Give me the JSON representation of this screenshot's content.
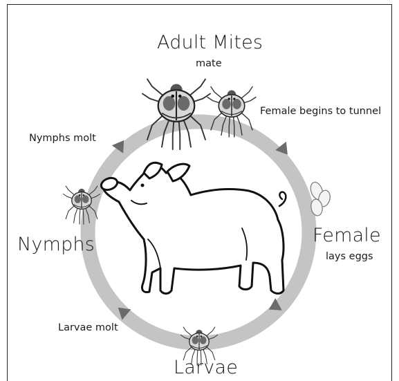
{
  "labels": {
    "adult_title": "Adult Mites",
    "adult_sub": "mate",
    "female_tunnel": "Female begins to tunnel",
    "female_title": "Female",
    "female_sub": "lays eggs",
    "larvae_title": "Larvae",
    "larvae_molt": "Larvae molt",
    "nymphs_title": "Nymphs",
    "nymphs_molt": "Nymphs molt"
  },
  "icons": [
    "mite-icon",
    "egg-icon",
    "pig-illustration",
    "cycle-arrow-icon"
  ],
  "colors": {
    "ring": "#c4c4c4",
    "arrow": "#6b6b6b",
    "ink": "#1a1a1a"
  }
}
